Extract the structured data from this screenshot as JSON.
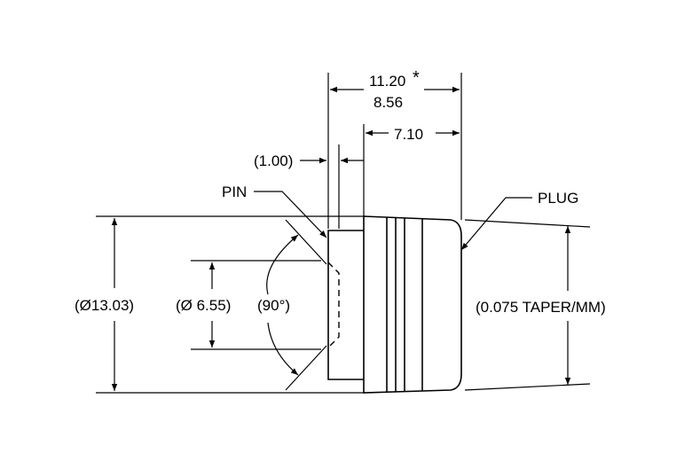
{
  "dimensions": {
    "overall_length": "11.20",
    "overall_mark": "*",
    "secondary_length": "8.56",
    "plug_length": "7.10",
    "pin_gap": "(1.00)",
    "outer_diameter": "(Ø13.03)",
    "inner_diameter": "(Ø 6.55)",
    "angle": "(90°)",
    "taper": "(0.075 TAPER/MM)"
  },
  "callouts": {
    "pin": "PIN",
    "plug": "PLUG"
  }
}
